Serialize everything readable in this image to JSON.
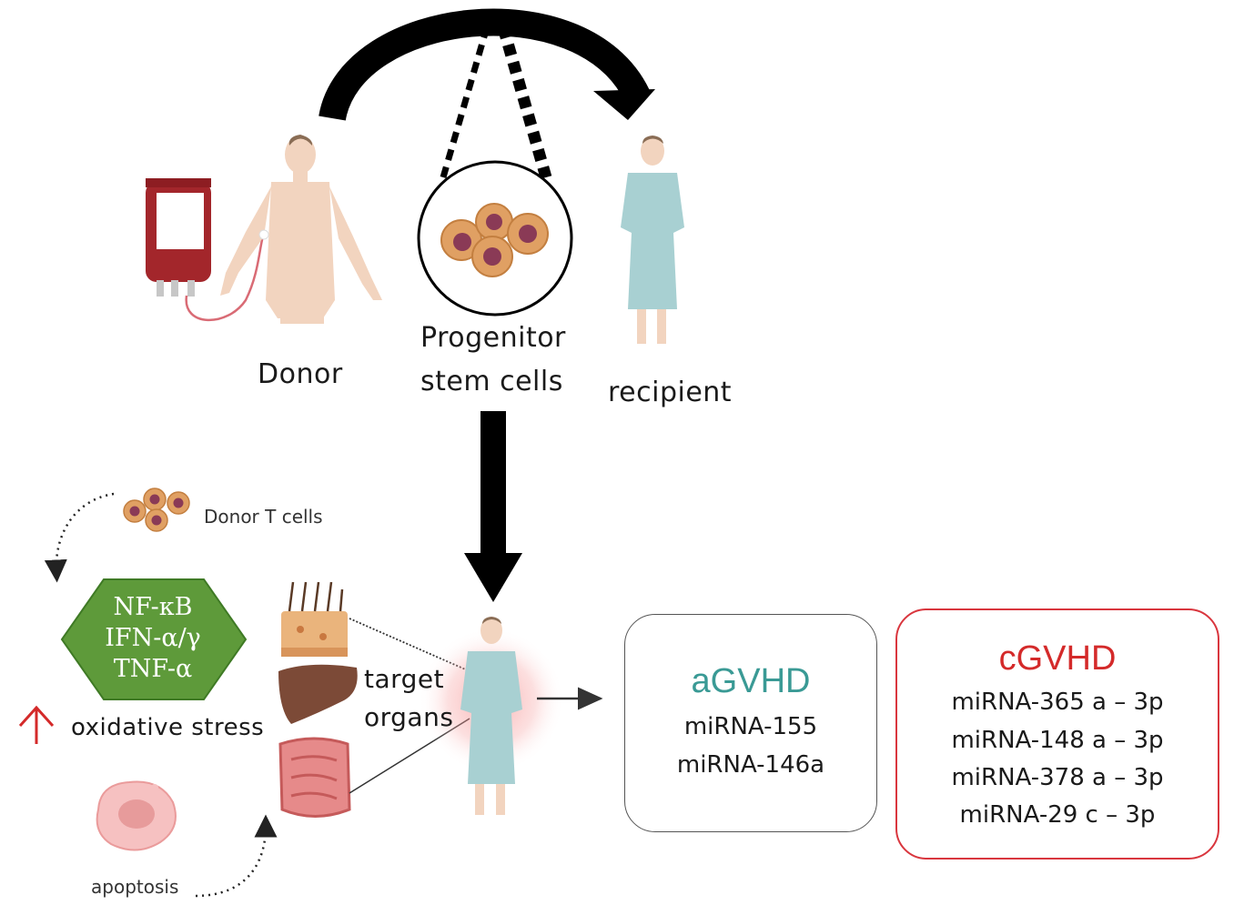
{
  "labels": {
    "donor": "Donor",
    "progenitor_line1": "Progenitor",
    "progenitor_line2": "stem cells",
    "recipient": "recipient",
    "donor_t_cells": "Donor T cells",
    "target_line1": "target",
    "target_line2": "organs",
    "oxidative_stress": "oxidative stress",
    "apoptosis": "apoptosis",
    "increase_arrow": "↑"
  },
  "hexagon": {
    "lines": [
      "NF-κB",
      "IFN-α/γ",
      "TNF-α"
    ],
    "fill": "#5e9a3a"
  },
  "agvhd": {
    "title": "aGVHD",
    "title_color": "#3a9a95",
    "items": [
      "miRNA-155",
      "miRNA-146a"
    ]
  },
  "cgvhd": {
    "title": "cGVHD",
    "title_color": "#d42a2a",
    "border_color": "#d9363e",
    "items": [
      "miRNA-365 a – 3p",
      "miRNA-148 a – 3p",
      "miRNA-378 a – 3p",
      "miRNA-29 c – 3p"
    ]
  },
  "icons": {
    "blood_bag": "blood-bag-icon",
    "donor_figure": "donor-figure-icon",
    "stem_cells": "stem-cell-cluster-icon",
    "recipient_figure": "patient-figure-icon",
    "skin": "skin-icon",
    "liver": "liver-icon",
    "intestine": "intestine-icon",
    "apoptotic_cell": "apoptotic-cell-icon"
  }
}
